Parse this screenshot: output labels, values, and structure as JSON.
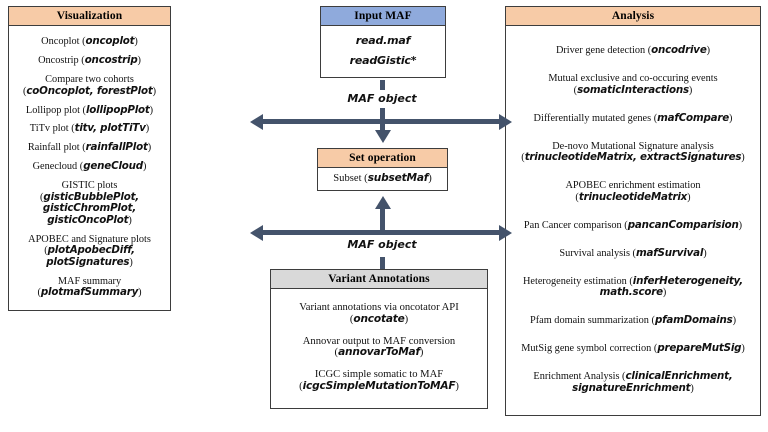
{
  "visualization": {
    "title": "Visualization",
    "items": [
      {
        "text": "Oncoplot (",
        "fn": "oncoplot",
        "tail": ")"
      },
      {
        "text": "Oncostrip (",
        "fn": "oncostrip",
        "tail": ")"
      },
      {
        "text": "Compare two cohorts (",
        "fn": "coOncoplot, forestPlot",
        "tail": ")"
      },
      {
        "text": "Lollipop plot (",
        "fn": "lollipopPlot",
        "tail": ")"
      },
      {
        "text": "TiTv plot (",
        "fn": "titv, plotTiTv",
        "tail": ")"
      },
      {
        "text": "Rainfall plot (",
        "fn": "rainfallPlot",
        "tail": ")"
      },
      {
        "text": "Genecloud (",
        "fn": "geneCloud",
        "tail": ")"
      },
      {
        "text": "GISTIC plots (",
        "fn": "gisticBubblePlot, gisticChromPlot, gisticOncoPlot",
        "tail": ")"
      },
      {
        "text": "APOBEC and Signature plots (",
        "fn": "plotApobecDiff, plotSignatures",
        "tail": ")"
      },
      {
        "text": "MAF summary (",
        "fn": "plotmafSummary",
        "tail": ")"
      }
    ]
  },
  "input_maf": {
    "title": "Input MAF",
    "items": [
      {
        "text": "",
        "fn": "read.maf",
        "tail": ""
      },
      {
        "text": "",
        "fn": "readGistic*",
        "tail": ""
      }
    ]
  },
  "set_operation": {
    "title": "Set operation",
    "items": [
      {
        "text": "Subset (",
        "fn": "subsetMaf",
        "tail": ")"
      }
    ]
  },
  "variant_annotations": {
    "title": "Variant Annotations",
    "items": [
      {
        "text": "Variant annotations via oncotator API (",
        "fn": "oncotate",
        "tail": ")"
      },
      {
        "text": "Annovar output to MAF conversion (",
        "fn": "annovarToMaf",
        "tail": ")"
      },
      {
        "text": "ICGC simple somatic to MAF (",
        "fn": "icgcSimpleMutationToMAF",
        "tail": ")"
      }
    ]
  },
  "analysis": {
    "title": "Analysis",
    "items": [
      {
        "text": "Driver gene detection (",
        "fn": "oncodrive",
        "tail": ")"
      },
      {
        "text": "Mutual exclusive and co-occuring events (",
        "fn": "somaticInteractions",
        "tail": ")"
      },
      {
        "text": "Differentially mutated genes (",
        "fn": "mafCompare",
        "tail": ")"
      },
      {
        "text": "De-novo Mutational Signature analysis (",
        "fn": "trinucleotideMatrix, extractSignatures",
        "tail": ")"
      },
      {
        "text": "APOBEC enrichment estimation (",
        "fn": "trinucleotideMatrix",
        "tail": ")"
      },
      {
        "text": "Pan Cancer comparison (",
        "fn": "pancanComparision",
        "tail": ")"
      },
      {
        "text": "Survival analysis (",
        "fn": "mafSurvival",
        "tail": ")"
      },
      {
        "text": "Heterogeneity estimation (",
        "fn": "inferHeterogeneity, math.score",
        "tail": ")"
      },
      {
        "text": "Pfam domain summarization (",
        "fn": "pfamDomains",
        "tail": ")"
      },
      {
        "text": "MutSig gene symbol correction (",
        "fn": "prepareMutSig",
        "tail": ")"
      },
      {
        "text": "Enrichment Analysis (",
        "fn": "clinicalEnrichment, signatureEnrichment",
        "tail": ")"
      }
    ]
  },
  "connectors": {
    "label_top": "MAF object",
    "label_bottom": "MAF object"
  },
  "colors": {
    "header_orange": "#F7CBA7",
    "header_blue": "#8FAADC",
    "header_gray": "#D9D9D9",
    "arrow": "#44536B",
    "border": "#3d3d3d"
  }
}
